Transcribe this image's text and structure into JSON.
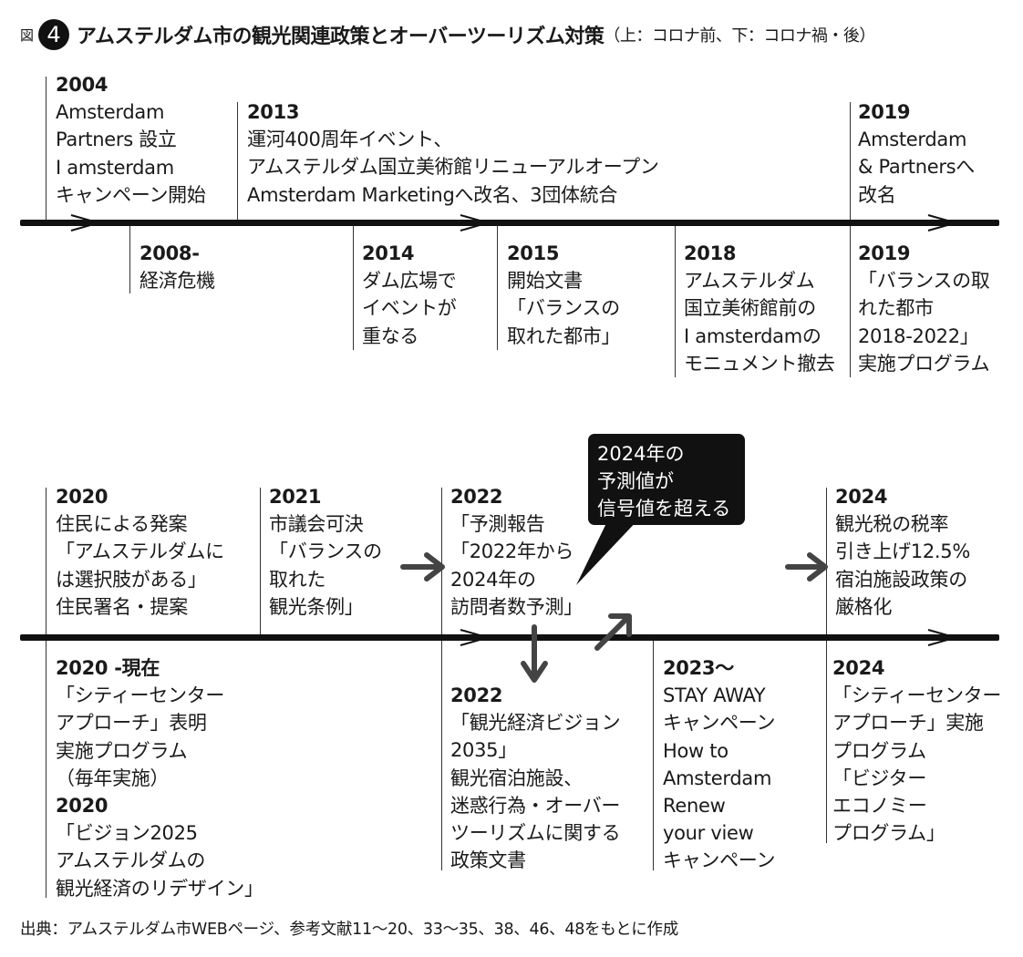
{
  "title": {
    "fig_label": "図",
    "number": "4",
    "main": "アムステルダム市の観光関連政策とオーバーツーリズム対策",
    "sub": "（上：コロナ前、下：コロナ禍・後）"
  },
  "callout": {
    "lines": [
      "2024年の",
      "予測値が",
      "信号値を超える"
    ]
  },
  "source": "出典：アムステルダム市WEBページ、参考文献11〜20、33〜35、38、46、48をもとに作成",
  "upper_timeline": {
    "above": [
      {
        "year": "2004",
        "lines": [
          "Amsterdam",
          "Partners 設立",
          "I amsterdam",
          "キャンペーン開始"
        ]
      },
      {
        "year": "2013",
        "lines": [
          "運河400周年イベント、",
          "アムステルダム国立美術館リニューアルオープン",
          "Amsterdam Marketingへ改名、3団体統合"
        ]
      },
      {
        "year": "2019",
        "lines": [
          "Amsterdam",
          "& Partnersへ",
          "改名"
        ]
      }
    ],
    "below": [
      {
        "year": "2008-",
        "lines": [
          "経済危機"
        ]
      },
      {
        "year": "2014",
        "lines": [
          "ダム広場で",
          "イベントが",
          "重なる"
        ]
      },
      {
        "year": "2015",
        "lines": [
          "開始文書",
          "「バランスの",
          "取れた都市」"
        ]
      },
      {
        "year": "2018",
        "lines": [
          "アムステルダム",
          "国立美術館前の",
          "I amsterdamの",
          "モニュメント撤去"
        ]
      },
      {
        "year": "2019",
        "lines": [
          "「バランスの取",
          "れた都市",
          "2018-2022」",
          "実施プログラム"
        ]
      }
    ]
  },
  "lower_timeline": {
    "above": [
      {
        "year": "2020",
        "lines": [
          "住民による発案",
          "「アムステルダムに",
          "は選択肢がある」",
          "住民署名・提案"
        ]
      },
      {
        "year": "2021",
        "lines": [
          "市議会可決",
          "「バランスの",
          "取れた",
          "観光条例」"
        ]
      },
      {
        "year": "2022",
        "lines": [
          "「予測報告",
          "「2022年から",
          "2024年の",
          "訪問者数予測」"
        ]
      },
      {
        "year": "2024",
        "lines": [
          "観光税の税率",
          "引き上げ12.5%",
          "宿泊施設政策の",
          "厳格化"
        ]
      }
    ],
    "below": [
      {
        "year": "2020 -現在",
        "lines": [
          "「シティーセンター",
          "アプローチ」表明",
          "実施プログラム",
          "（毎年実施）"
        ]
      },
      {
        "year": "2020",
        "lines": [
          "「ビジョン2025",
          "アムステルダムの",
          "観光経済のリデザイン」"
        ]
      },
      {
        "year": "2022",
        "lines": [
          "「観光経済ビジョン",
          "2035」",
          "観光宿泊施設、",
          "迷惑行為・オーバー",
          "ツーリズムに関する",
          "政策文書"
        ]
      },
      {
        "year": "2023〜",
        "lines": [
          "STAY AWAY",
          "キャンペーン",
          "How to",
          "Amsterdam",
          "Renew",
          "your view",
          "キャンペーン"
        ]
      },
      {
        "year": "2024",
        "lines": [
          "「シティーセンター",
          "アプローチ」実施",
          "プログラム",
          "「ビジター",
          "エコノミー",
          "プログラム」"
        ]
      }
    ]
  }
}
